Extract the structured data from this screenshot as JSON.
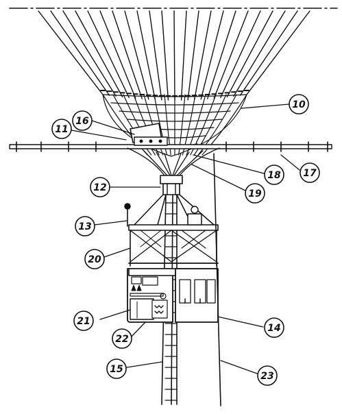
{
  "callouts": [
    {
      "id": "c10",
      "label": "10"
    },
    {
      "id": "c11",
      "label": "11"
    },
    {
      "id": "c12",
      "label": "12"
    },
    {
      "id": "c13",
      "label": "13"
    },
    {
      "id": "c14",
      "label": "14"
    },
    {
      "id": "c15",
      "label": "15"
    },
    {
      "id": "c16",
      "label": "16"
    },
    {
      "id": "c17",
      "label": "17"
    },
    {
      "id": "c18",
      "label": "18"
    },
    {
      "id": "c19",
      "label": "19"
    },
    {
      "id": "c20",
      "label": "20"
    },
    {
      "id": "c21",
      "label": "21"
    },
    {
      "id": "c22",
      "label": "22"
    },
    {
      "id": "c23",
      "label": "23"
    }
  ],
  "style": {
    "ink": "#111111",
    "paper": "#ffffff"
  }
}
